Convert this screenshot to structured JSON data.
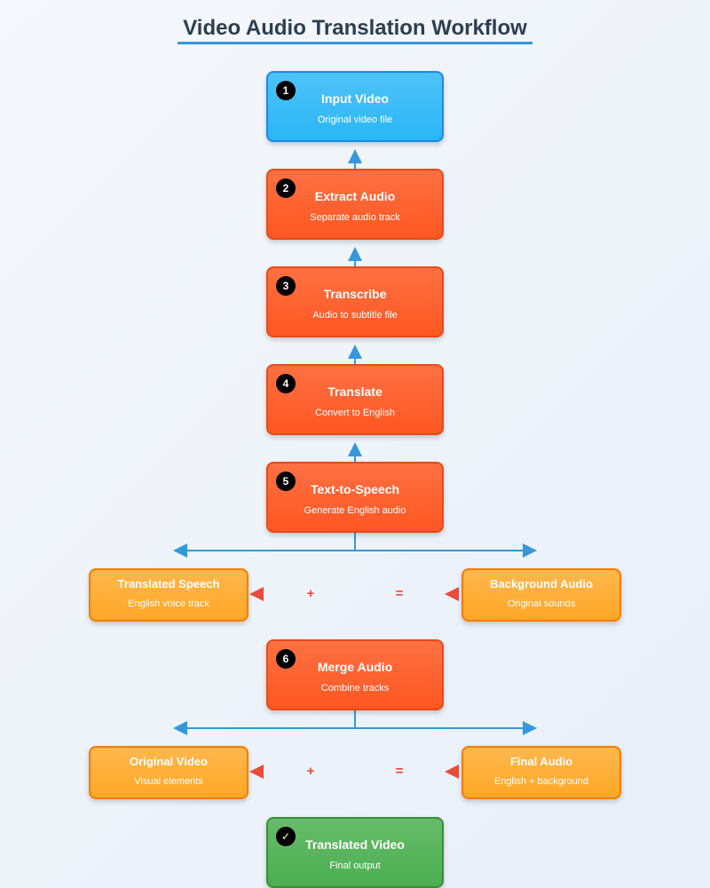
{
  "title": "Video Audio Translation Workflow",
  "steps": [
    {
      "badge": "1",
      "title": "Input Video",
      "desc": "Original video file",
      "color": "blue"
    },
    {
      "badge": "2",
      "title": "Extract Audio",
      "desc": "Separate audio track",
      "color": "red"
    },
    {
      "badge": "3",
      "title": "Transcribe",
      "desc": "Audio to subtitle file",
      "color": "red"
    },
    {
      "badge": "4",
      "title": "Translate",
      "desc": "Convert to English",
      "color": "red"
    },
    {
      "badge": "5",
      "title": "Text-to-Speech",
      "desc": "Generate English audio",
      "color": "red"
    },
    {
      "badge": "6",
      "title": "Merge Audio",
      "desc": "Combine tracks",
      "color": "red"
    },
    {
      "badge": "✓",
      "title": "Translated Video",
      "desc": "Final output",
      "color": "green"
    }
  ],
  "merge1": {
    "left": {
      "title": "Translated Speech",
      "desc": "English voice track"
    },
    "right": {
      "title": "Background Audio",
      "desc": "Original sounds"
    },
    "plus": "+",
    "equals": "="
  },
  "merge2": {
    "left": {
      "title": "Original Video",
      "desc": "Visual elements"
    },
    "right": {
      "title": "Final Audio",
      "desc": "English + background"
    },
    "plus": "+",
    "equals": "="
  },
  "colors": {
    "flow_line": "#3498db",
    "side_arrow": "#e74c3c",
    "title_underline": "#3498db"
  }
}
